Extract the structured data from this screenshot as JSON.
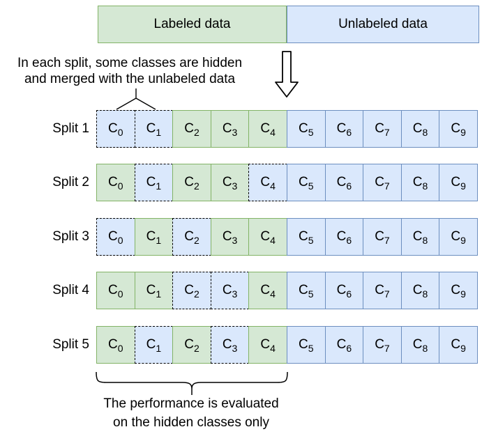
{
  "header": {
    "labeled": "Labeled data",
    "unlabeled": "Unlabeled data"
  },
  "annotation": {
    "line1": "In each split, some classes are hidden",
    "line2": "and merged with the unlabeled data"
  },
  "caption": {
    "line1": "The performance is evaluated",
    "line2": "on the hidden classes only"
  },
  "splits": [
    {
      "label": "Split 1",
      "cells": [
        {
          "base": "C",
          "sub": "0",
          "state": "hidden"
        },
        {
          "base": "C",
          "sub": "1",
          "state": "hidden"
        },
        {
          "base": "C",
          "sub": "2",
          "state": "labeled"
        },
        {
          "base": "C",
          "sub": "3",
          "state": "labeled"
        },
        {
          "base": "C",
          "sub": "4",
          "state": "labeled"
        },
        {
          "base": "C",
          "sub": "5",
          "state": "unlabeled"
        },
        {
          "base": "C",
          "sub": "6",
          "state": "unlabeled"
        },
        {
          "base": "C",
          "sub": "7",
          "state": "unlabeled"
        },
        {
          "base": "C",
          "sub": "8",
          "state": "unlabeled"
        },
        {
          "base": "C",
          "sub": "9",
          "state": "unlabeled"
        }
      ]
    },
    {
      "label": "Split 2",
      "cells": [
        {
          "base": "C",
          "sub": "0",
          "state": "labeled"
        },
        {
          "base": "C",
          "sub": "1",
          "state": "hidden"
        },
        {
          "base": "C",
          "sub": "2",
          "state": "labeled"
        },
        {
          "base": "C",
          "sub": "3",
          "state": "labeled"
        },
        {
          "base": "C",
          "sub": "4",
          "state": "hidden"
        },
        {
          "base": "C",
          "sub": "5",
          "state": "unlabeled"
        },
        {
          "base": "C",
          "sub": "6",
          "state": "unlabeled"
        },
        {
          "base": "C",
          "sub": "7",
          "state": "unlabeled"
        },
        {
          "base": "C",
          "sub": "8",
          "state": "unlabeled"
        },
        {
          "base": "C",
          "sub": "9",
          "state": "unlabeled"
        }
      ]
    },
    {
      "label": "Split 3",
      "cells": [
        {
          "base": "C",
          "sub": "0",
          "state": "hidden"
        },
        {
          "base": "C",
          "sub": "1",
          "state": "labeled"
        },
        {
          "base": "C",
          "sub": "2",
          "state": "hidden"
        },
        {
          "base": "C",
          "sub": "3",
          "state": "labeled"
        },
        {
          "base": "C",
          "sub": "4",
          "state": "labeled"
        },
        {
          "base": "C",
          "sub": "5",
          "state": "unlabeled"
        },
        {
          "base": "C",
          "sub": "6",
          "state": "unlabeled"
        },
        {
          "base": "C",
          "sub": "7",
          "state": "unlabeled"
        },
        {
          "base": "C",
          "sub": "8",
          "state": "unlabeled"
        },
        {
          "base": "C",
          "sub": "9",
          "state": "unlabeled"
        }
      ]
    },
    {
      "label": "Split 4",
      "cells": [
        {
          "base": "C",
          "sub": "0",
          "state": "labeled"
        },
        {
          "base": "C",
          "sub": "1",
          "state": "labeled"
        },
        {
          "base": "C",
          "sub": "2",
          "state": "hidden"
        },
        {
          "base": "C",
          "sub": "3",
          "state": "hidden"
        },
        {
          "base": "C",
          "sub": "4",
          "state": "labeled"
        },
        {
          "base": "C",
          "sub": "5",
          "state": "unlabeled"
        },
        {
          "base": "C",
          "sub": "6",
          "state": "unlabeled"
        },
        {
          "base": "C",
          "sub": "7",
          "state": "unlabeled"
        },
        {
          "base": "C",
          "sub": "8",
          "state": "unlabeled"
        },
        {
          "base": "C",
          "sub": "9",
          "state": "unlabeled"
        }
      ]
    },
    {
      "label": "Split 5",
      "cells": [
        {
          "base": "C",
          "sub": "0",
          "state": "labeled"
        },
        {
          "base": "C",
          "sub": "1",
          "state": "hidden"
        },
        {
          "base": "C",
          "sub": "2",
          "state": "labeled"
        },
        {
          "base": "C",
          "sub": "3",
          "state": "hidden"
        },
        {
          "base": "C",
          "sub": "4",
          "state": "labeled"
        },
        {
          "base": "C",
          "sub": "5",
          "state": "unlabeled"
        },
        {
          "base": "C",
          "sub": "6",
          "state": "unlabeled"
        },
        {
          "base": "C",
          "sub": "7",
          "state": "unlabeled"
        },
        {
          "base": "C",
          "sub": "8",
          "state": "unlabeled"
        },
        {
          "base": "C",
          "sub": "9",
          "state": "unlabeled"
        }
      ]
    }
  ],
  "legend_states": {
    "labeled": "labeled (green)",
    "unlabeled": "unlabeled (blue)",
    "hidden": "hidden class merged with unlabeled (dashed)"
  },
  "colors": {
    "labeled_fill": "#d5e8d4",
    "labeled_stroke": "#82b366",
    "unlabeled_fill": "#dae8fc",
    "unlabeled_stroke": "#6c8ebf",
    "hidden_stroke": "#000000"
  }
}
